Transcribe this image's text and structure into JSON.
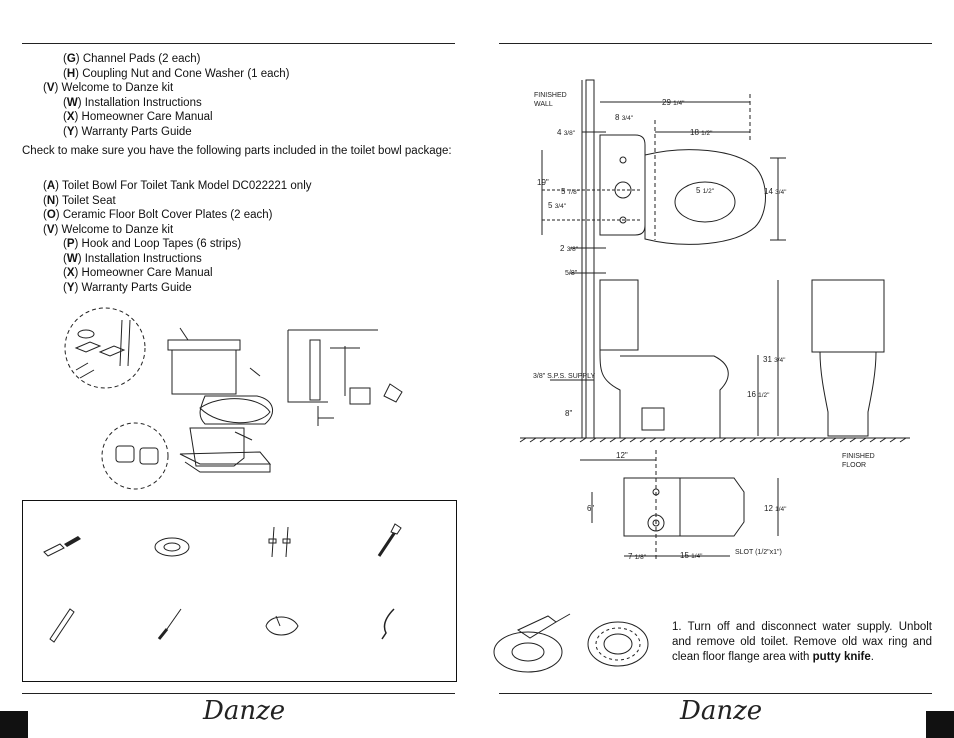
{
  "left_page": {
    "list_top": [
      {
        "letter": "G",
        "text": "Channel Pads (2 each)",
        "indent": 2
      },
      {
        "letter": "H",
        "text": "Coupling Nut and Cone Washer (1 each)",
        "indent": 2
      },
      {
        "letter": "V",
        "text": "Welcome to Danze kit",
        "indent": 1
      },
      {
        "letter": "W",
        "text": "Installation Instructions",
        "indent": 2
      },
      {
        "letter": "X",
        "text": "Homeowner Care Manual",
        "indent": 2
      },
      {
        "letter": "Y",
        "text": "Warranty Parts Guide",
        "indent": 2
      }
    ],
    "check_paragraph": "Check to make sure you have the following parts included in the toilet bowl package:",
    "list_bottom": [
      {
        "letter": "A",
        "text": "Toilet Bowl For Toilet Tank Model DC022221 only",
        "indent": 1
      },
      {
        "letter": "N",
        "text": "Toilet Seat",
        "indent": 1
      },
      {
        "letter": "O",
        "text": "Ceramic Floor Bolt Cover Plates (2 each)",
        "indent": 1
      },
      {
        "letter": "V",
        "text": "Welcome to Danze kit",
        "indent": 1
      },
      {
        "letter": "P",
        "text": "Hook and Loop Tapes (6 strips)",
        "indent": 2
      },
      {
        "letter": "W",
        "text": "Installation Instructions",
        "indent": 2
      },
      {
        "letter": "X",
        "text": "Homeowner Care Manual",
        "indent": 2
      },
      {
        "letter": "Y",
        "text": "Warranty Parts Guide",
        "indent": 2
      }
    ],
    "logo": "Danze"
  },
  "right_page": {
    "dimensions": {
      "finished_wall": "FINISHED\nWALL",
      "d_29": "29",
      "d_29_frac": "1/4\"",
      "d_8": "8",
      "d_8_frac": "3/4\"",
      "d_4": "4",
      "d_4_frac": "3/8\"",
      "d_18": "18",
      "d_18_frac": "1/2\"",
      "d_19": "19\"",
      "d_5a": "5",
      "d_5a_frac": "7/8\"",
      "d_5b": "5",
      "d_5b_frac": "3/4\"",
      "d_5c": "5",
      "d_5c_frac": "1/2\"",
      "d_14": "14",
      "d_14_frac": "3/4\"",
      "d_2": "2",
      "d_2_frac": "3/8\"",
      "d_58": "5/8\"",
      "d_31": "31",
      "d_31_frac": "3/4\"",
      "d_16": "16",
      "d_16_frac": "1/2\"",
      "sps_frac": "3/8\"",
      "sps": "S.P.S. SUPPLY",
      "d_8in": "8\"",
      "finished_floor": "FINISHED\nFLOOR",
      "d_12": "12\"",
      "d_6": "6\"",
      "d_12b": "12",
      "d_12b_frac": "1/4\"",
      "d_7": "7",
      "d_7_frac": "1/8\"",
      "d_15": "15",
      "d_15_frac": "1/4\"",
      "slot": "SLOT (1/2\"x1\")"
    },
    "step1_prefix": "1. Turn off and disconnect water supply. Unbolt and remove old toilet. Remove old wax ring and clean floor flange area with ",
    "step1_bold": "putty knife",
    "step1_suffix": ".",
    "logo": "Danze"
  }
}
